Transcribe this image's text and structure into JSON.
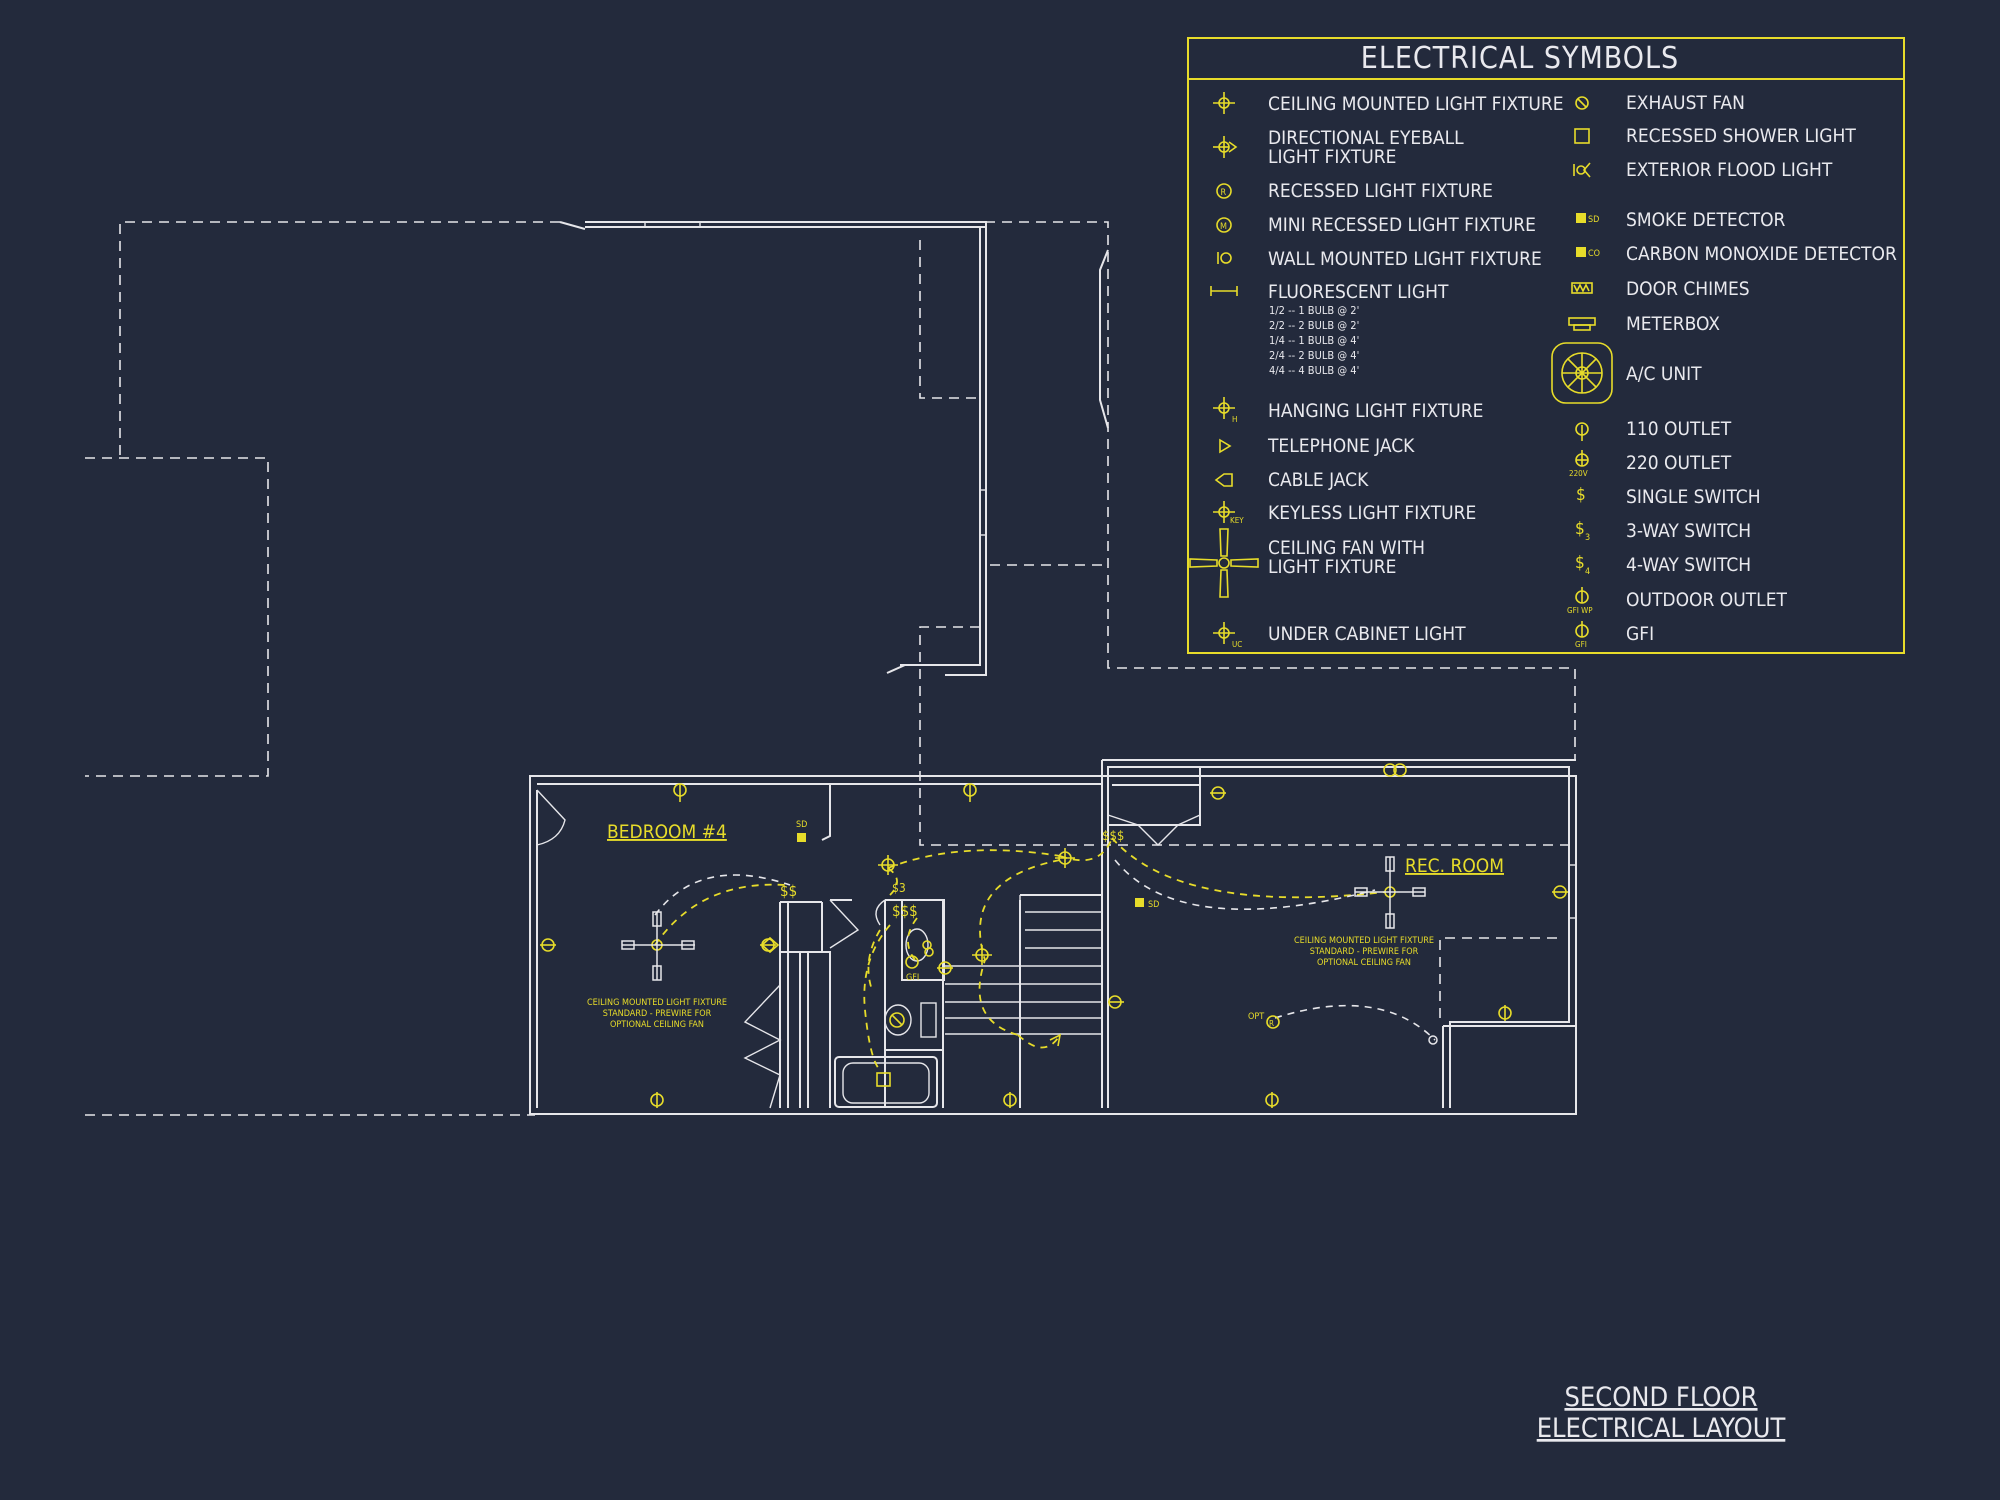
{
  "legend": {
    "title": "ELECTRICAL SYMBOLS",
    "left": [
      {
        "icon": "ceiling-mounted-light-icon",
        "label": "CEILING MOUNTED LIGHT FIXTURE"
      },
      {
        "icon": "directional-eyeball-icon",
        "label": "DIRECTIONAL EYEBALL",
        "label2": "LIGHT FIXTURE"
      },
      {
        "icon": "recessed-light-icon",
        "label": "RECESSED LIGHT FIXTURE"
      },
      {
        "icon": "mini-recessed-light-icon",
        "label": "MINI RECESSED LIGHT FIXTURE"
      },
      {
        "icon": "wall-mounted-light-icon",
        "label": "WALL MOUNTED LIGHT FIXTURE"
      },
      {
        "icon": "fluorescent-light-icon",
        "label": "FLUORESCENT LIGHT"
      },
      {
        "icon": "hanging-light-icon",
        "label": "HANGING LIGHT FIXTURE"
      },
      {
        "icon": "telephone-jack-icon",
        "label": "TELEPHONE JACK"
      },
      {
        "icon": "cable-jack-icon",
        "label": "CABLE JACK"
      },
      {
        "icon": "keyless-light-icon",
        "label": "KEYLESS LIGHT FIXTURE"
      },
      {
        "icon": "ceiling-fan-icon",
        "label": "CEILING FAN WITH",
        "label2": "LIGHT FIXTURE"
      },
      {
        "icon": "under-cabinet-light-icon",
        "label": "UNDER CABINET LIGHT"
      }
    ],
    "fluorescent_notes": [
      "1/2  -- 1 BULB @ 2'",
      "2/2  -- 2 BULB @ 2'",
      "1/4  -- 1 BULB @ 4'",
      "2/4 -- 2 BULB @ 4'",
      "4/4 -- 4 BULB @ 4'"
    ],
    "right": [
      {
        "icon": "exhaust-fan-icon",
        "label": "EXHAUST FAN"
      },
      {
        "icon": "recessed-shower-light-icon",
        "label": "RECESSED SHOWER LIGHT"
      },
      {
        "icon": "exterior-flood-light-icon",
        "label": "EXTERIOR FLOOD LIGHT"
      },
      {
        "icon": "smoke-detector-icon",
        "label": "SMOKE DETECTOR"
      },
      {
        "icon": "carbon-monoxide-detector-icon",
        "label": "CARBON MONOXIDE DETECTOR"
      },
      {
        "icon": "door-chimes-icon",
        "label": "DOOR CHIMES"
      },
      {
        "icon": "meterbox-icon",
        "label": "METERBOX"
      },
      {
        "icon": "ac-unit-icon",
        "label": "A/C UNIT"
      },
      {
        "icon": "outlet-110-icon",
        "label": "110 OUTLET"
      },
      {
        "icon": "outlet-220-icon",
        "label": "220 OUTLET"
      },
      {
        "icon": "single-switch-icon",
        "label": "SINGLE SWITCH"
      },
      {
        "icon": "three-way-switch-icon",
        "label": "3-WAY SWITCH"
      },
      {
        "icon": "four-way-switch-icon",
        "label": "4-WAY SWITCH"
      },
      {
        "icon": "outdoor-outlet-icon",
        "label": "OUTDOOR OUTLET"
      },
      {
        "icon": "gfi-icon",
        "label": "GFI"
      }
    ],
    "tags": {
      "sd": "SD",
      "co": "CO",
      "h": "H",
      "key": "KEY",
      "uc": "UC",
      "v220": "220V",
      "gfi_wp": "GFI WP",
      "gfi": "GFI",
      "s3": "3",
      "s4": "4"
    }
  },
  "rooms": {
    "bedroom": "BEDROOM #4",
    "rec_room": "REC. ROOM"
  },
  "notes": {
    "fan_note": [
      "CEILING MOUNTED LIGHT FIXTURE",
      "STANDARD - PREWIRE FOR",
      "OPTIONAL CEILING FAN"
    ],
    "sd": "SD",
    "gfi": "GFI",
    "opt": "OPT",
    "switch_s3": "$3",
    "r": "R"
  },
  "title_block": {
    "line1": "SECOND FLOOR",
    "line2": "ELECTRICAL LAYOUT"
  },
  "colors": {
    "background": "#232a3c",
    "linework": "#e6e6ea",
    "electrical": "#e7dc2a"
  }
}
